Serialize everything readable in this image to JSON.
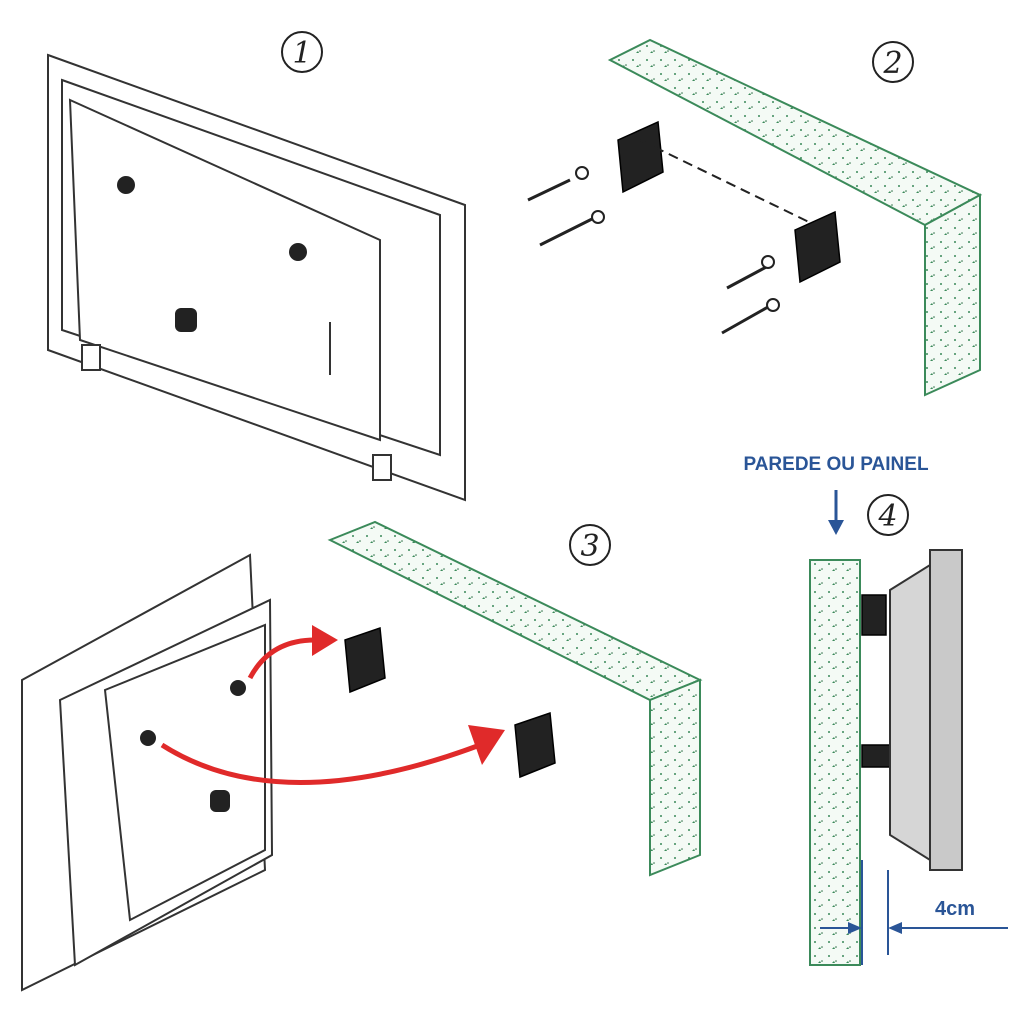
{
  "steps": [
    {
      "number": "1"
    },
    {
      "number": "2"
    },
    {
      "number": "3"
    },
    {
      "number": "4"
    }
  ],
  "labels": {
    "wall_label": "PAREDE OU PAINEL",
    "gap_measure": "4cm"
  },
  "colors": {
    "label_blue": "#2a5597",
    "arrow_red": "#e02a2a",
    "wall_green": "#3b8a5a"
  }
}
